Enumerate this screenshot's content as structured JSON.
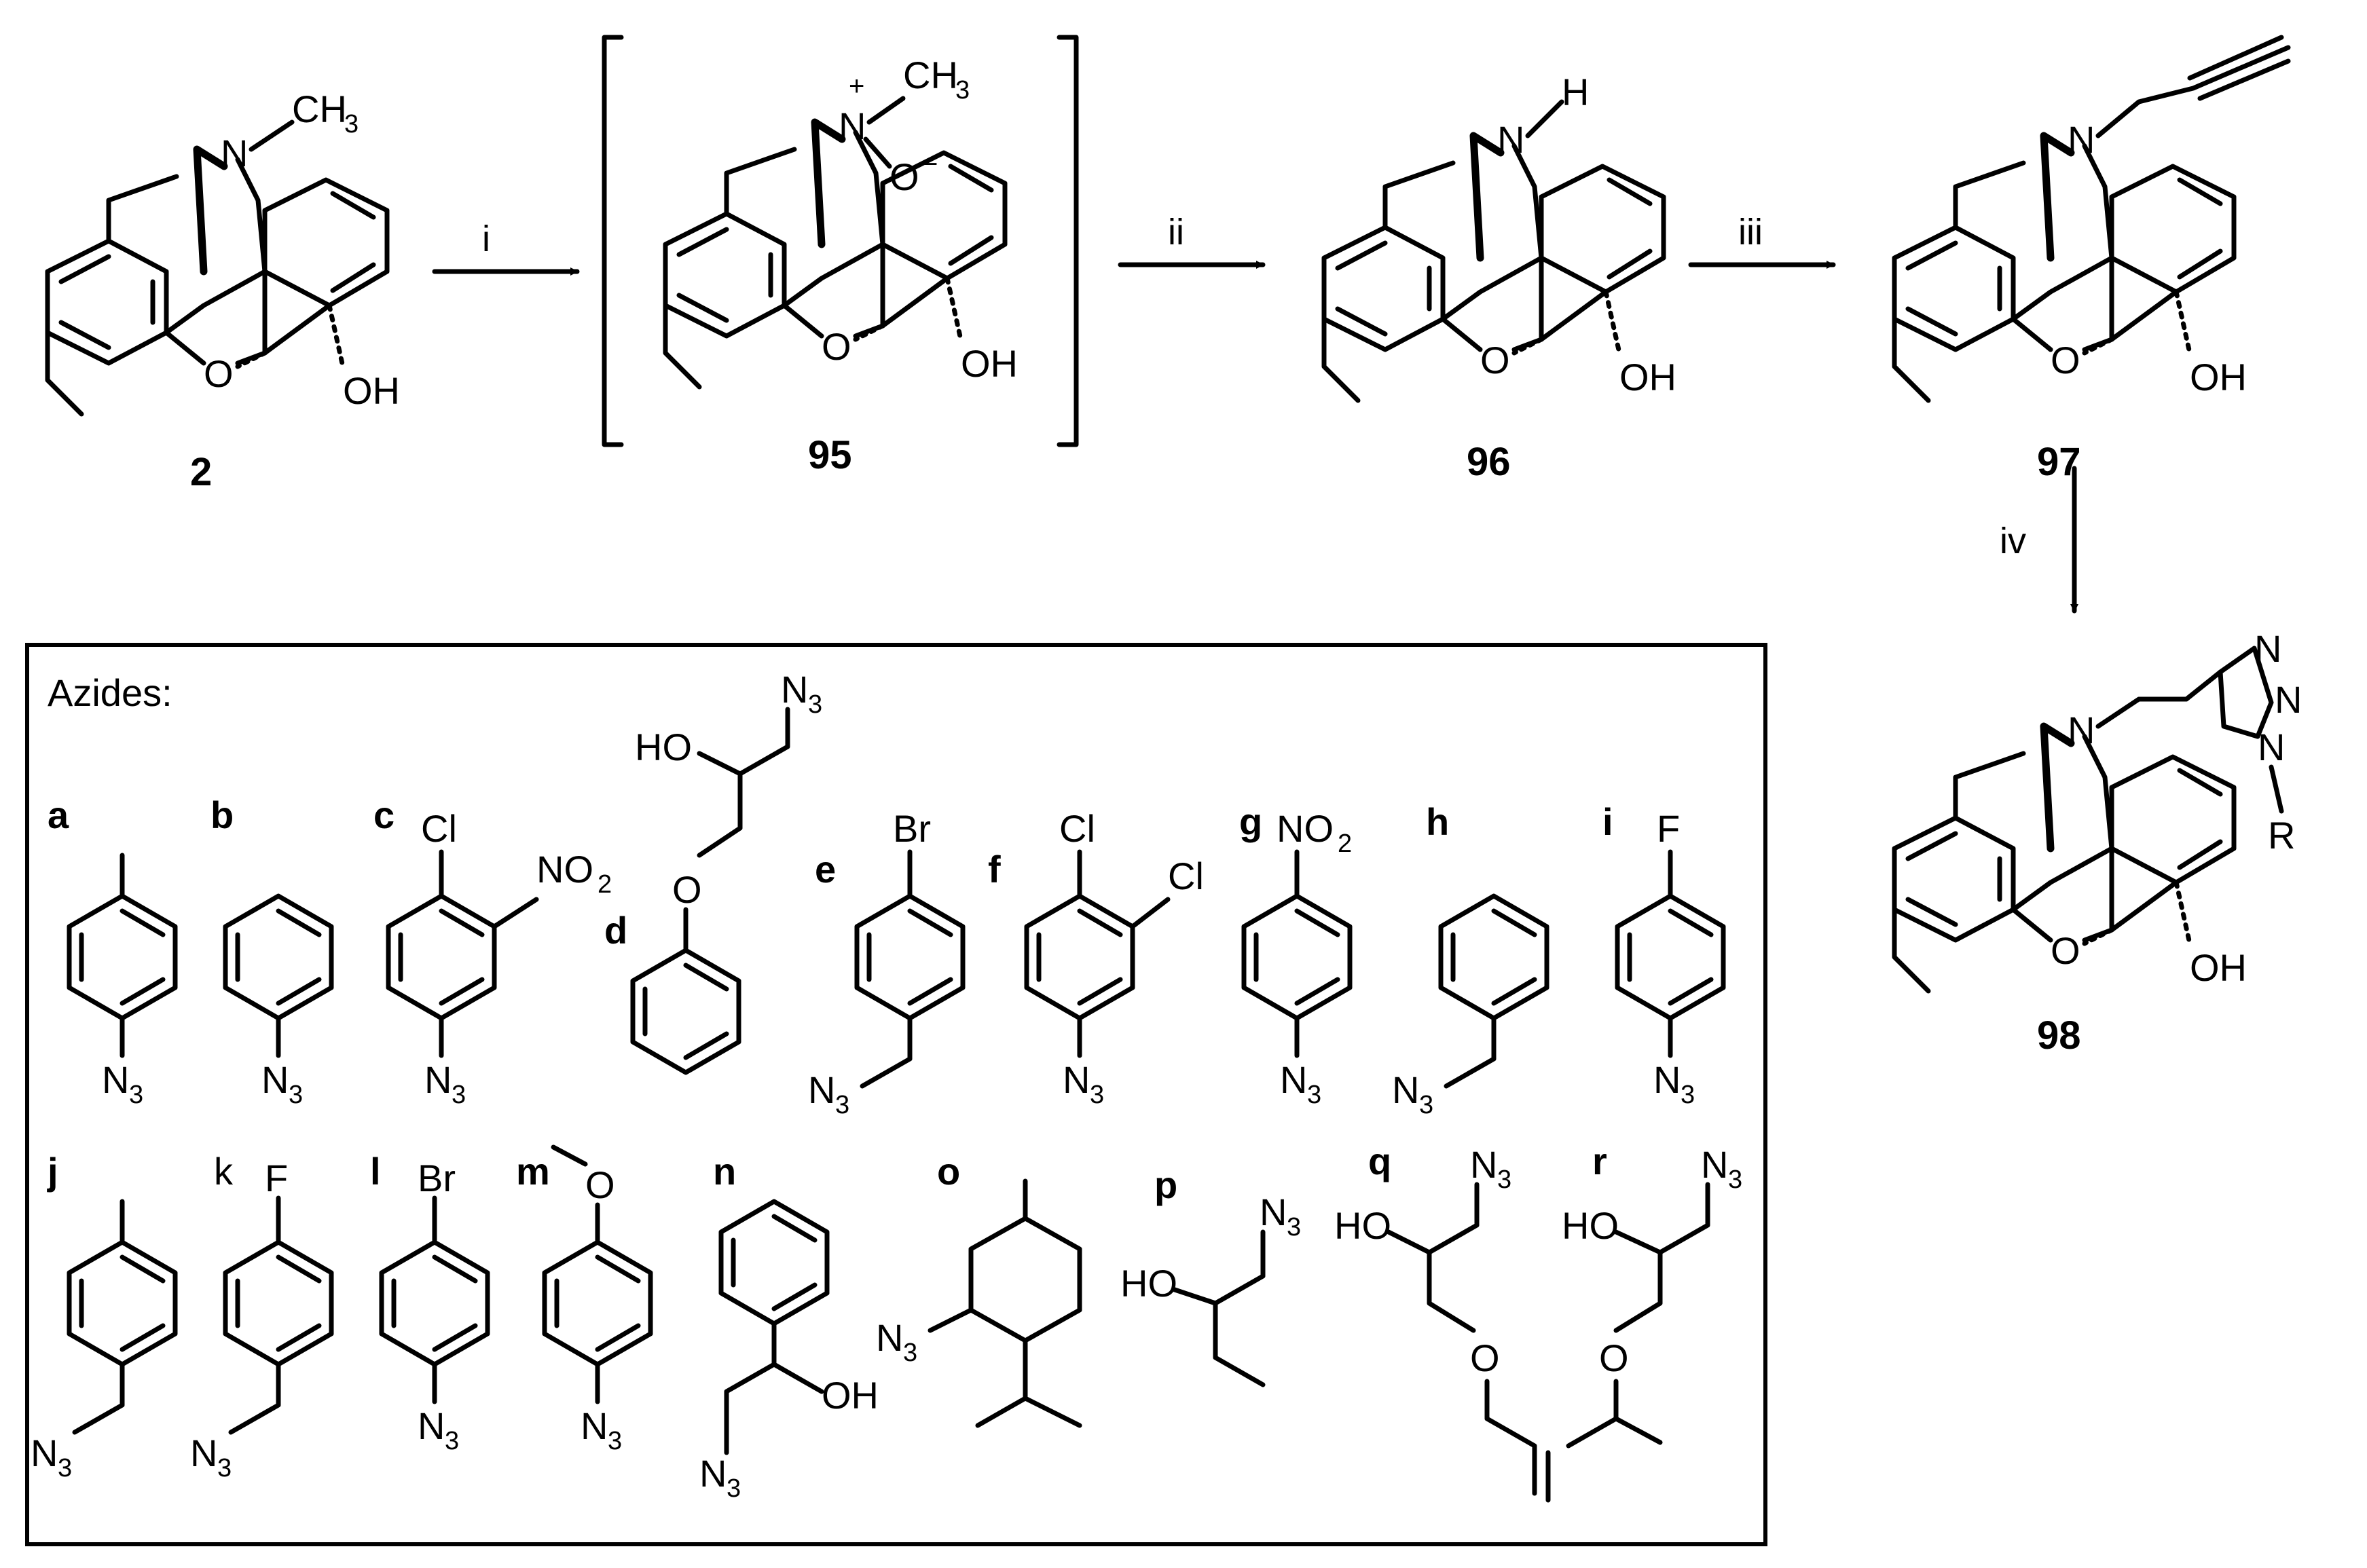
{
  "compounds": {
    "c2": "2",
    "c95": "95",
    "c96": "96",
    "c97": "97",
    "c98": "98"
  },
  "steps": [
    "i",
    "ii",
    "iii",
    "iv"
  ],
  "azides_title": "Azides:",
  "azide_letters": [
    "a",
    "b",
    "c",
    "d",
    "e",
    "f",
    "g",
    "h",
    "i",
    "j",
    "k",
    "l",
    "m",
    "n",
    "o",
    "p",
    "q",
    "r"
  ],
  "atoms": {
    "N": "N",
    "O": "O",
    "OH": "OH",
    "HO": "HO",
    "H": "H",
    "CH": "CH",
    "three": "3",
    "plus": "+",
    "minus": "−",
    "Cl": "Cl",
    "Br": "Br",
    "F": "F",
    "NO": "NO",
    "two": "2",
    "R": "R"
  }
}
